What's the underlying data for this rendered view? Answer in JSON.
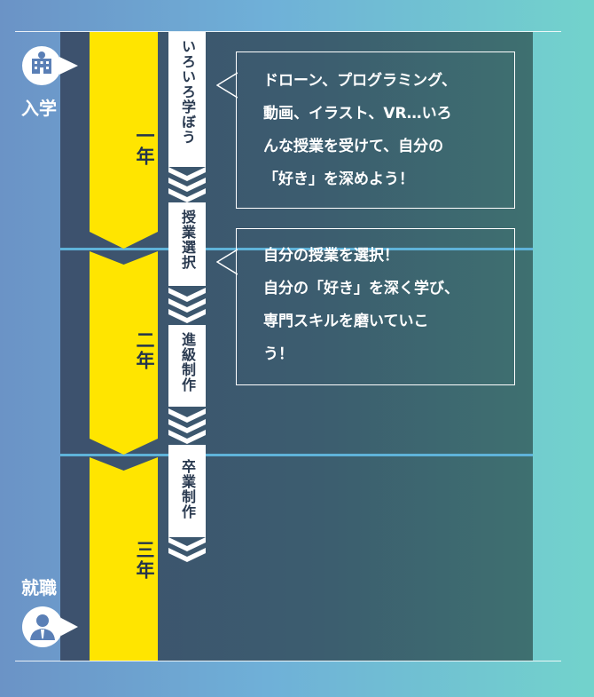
{
  "timeline": {
    "start_label": "入学",
    "end_label": "就職",
    "start_icon": "school-building-icon",
    "end_icon": "business-person-icon",
    "years": [
      "一年",
      "二年",
      "三年"
    ],
    "phases": [
      "いろいろ学ぼう",
      "授業選択",
      "進級制作",
      "卒業制作"
    ],
    "bubbles": [
      {
        "text": "ドローン、プログラミング、\n動画、イラスト、VR…いろ\nんな授業を受けて、自分の\n「好き」を深めよう！"
      },
      {
        "text": "自分の授業を選択！\n自分の「好き」を深く学び、\n専門スキルを磨いていこ\nう！"
      }
    ]
  },
  "colors": {
    "panel": "#3d566f",
    "band": "#ffe500",
    "divider": "#5fb3d9",
    "text_dark": "#23344c",
    "text_light": "#ffffff"
  }
}
